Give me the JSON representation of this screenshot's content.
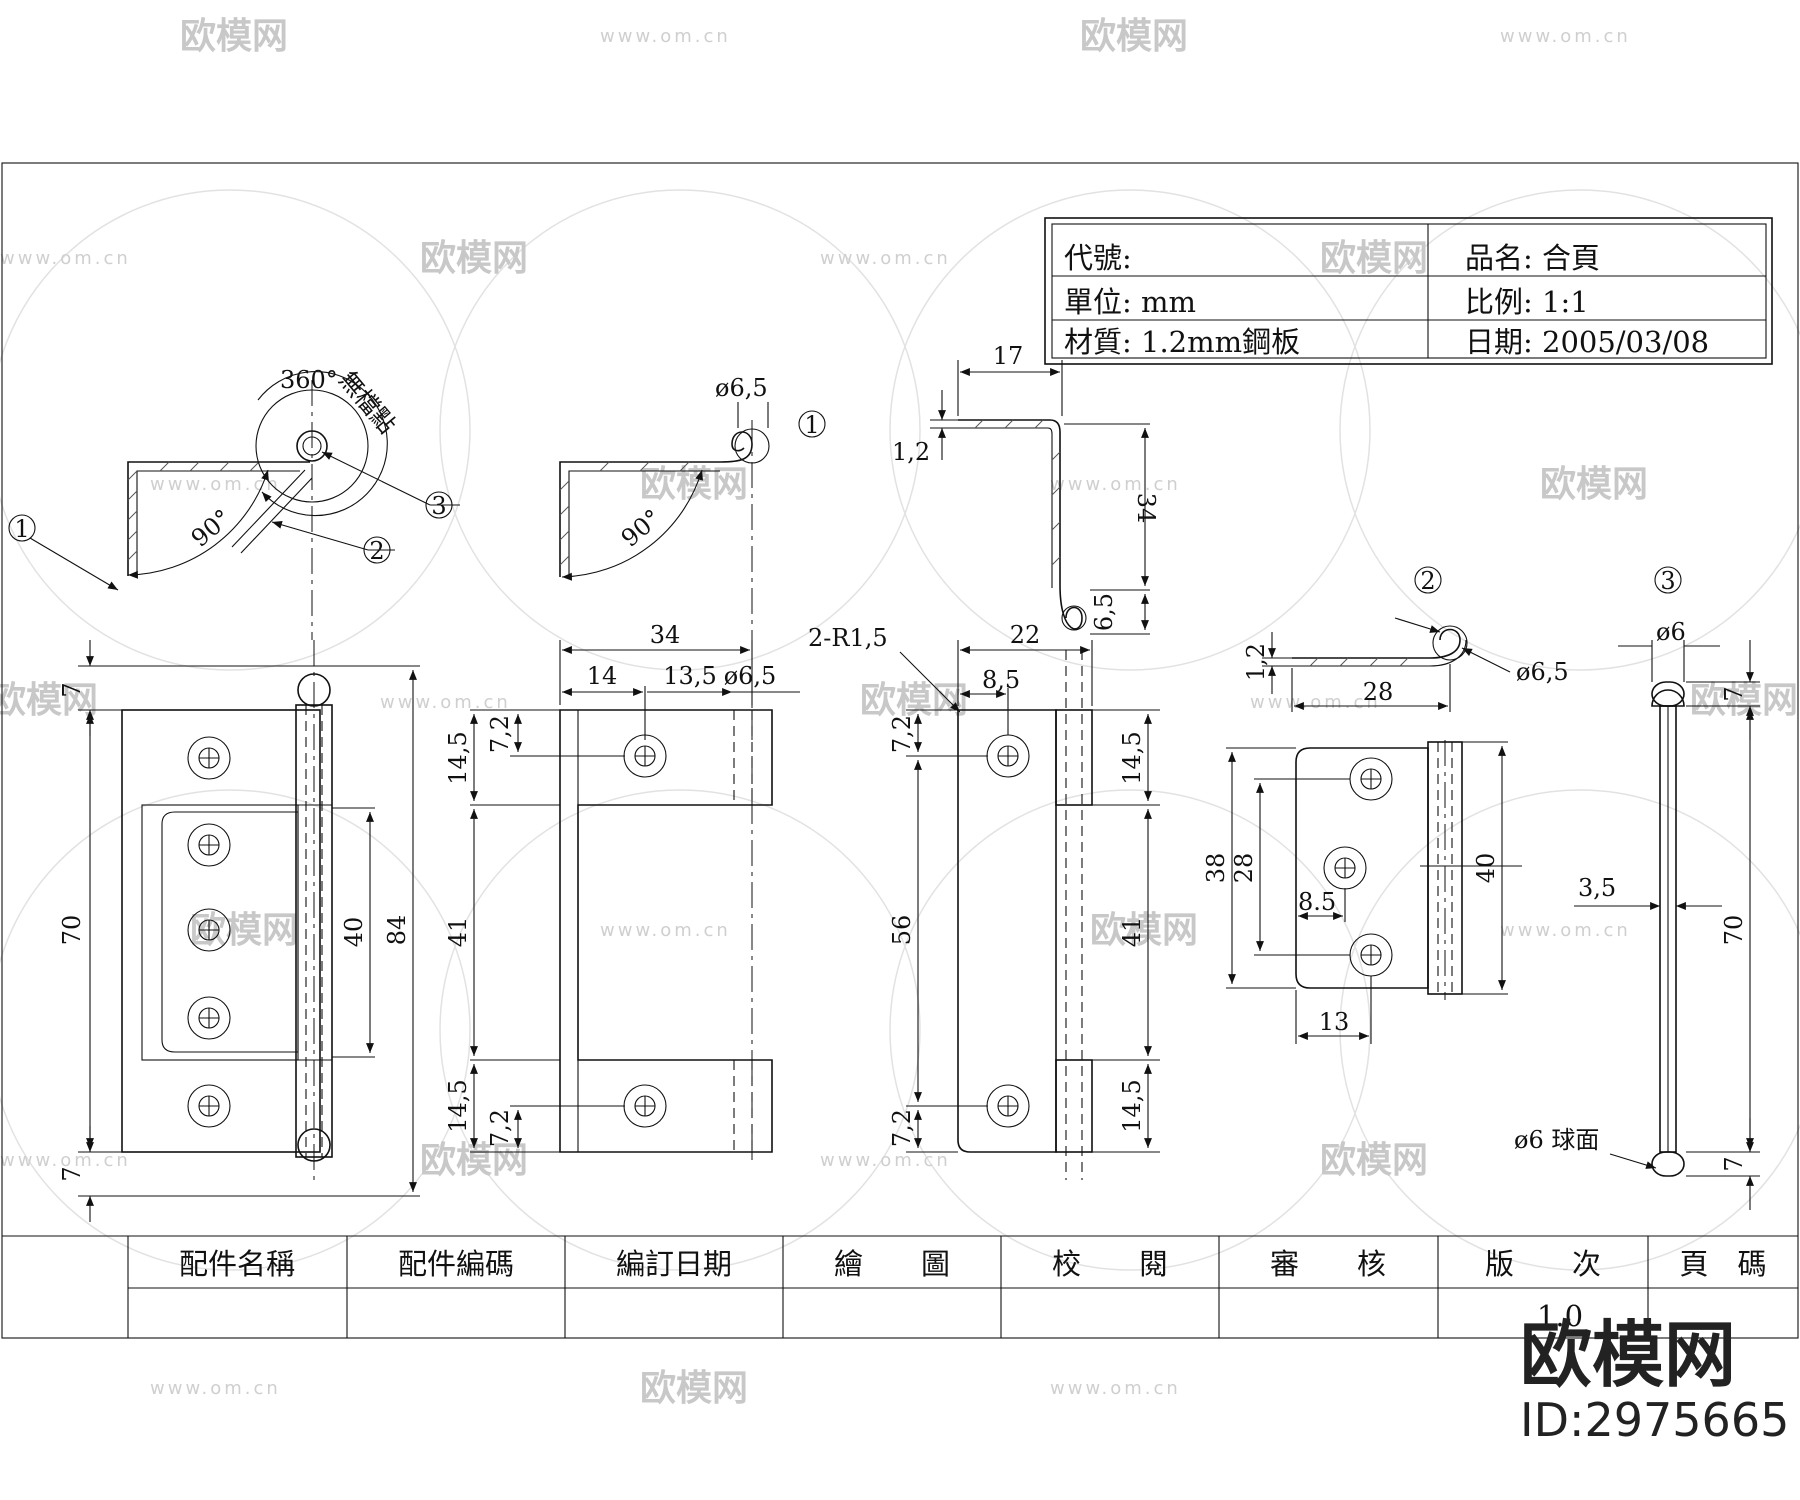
{
  "title_block": {
    "code_label": "代號:",
    "unit": "單位: mm",
    "material": "材質: 1.2mm鋼板",
    "product": "品名: 合頁",
    "scale": "比例: 1:1",
    "date": "日期: 2005/03/08"
  },
  "footer_table": {
    "headers": [
      "配件名稱",
      "配件編碼",
      "編訂日期",
      "繪　　圖",
      "校　　閱",
      "審　　核",
      "版　　次",
      "頁　碼"
    ],
    "version_value": "1.0"
  },
  "view1": {
    "callout_1": "1",
    "callout_2": "2",
    "callout_3": "3",
    "angle_360": "360°",
    "no_stop": "無檔點",
    "angle_90": "90°",
    "dim_7_top": "7",
    "dim_70": "70",
    "dim_7_bottom": "7",
    "dim_40": "40",
    "dim_84": "84"
  },
  "view2": {
    "callout_1": "1",
    "dia": "ø6,5",
    "angle_90": "90°",
    "dim_34": "34",
    "dim_14": "14",
    "dim_13_5": "13,5",
    "dim_dia": "ø6,5",
    "dim_14_5_top": "14,5",
    "dim_7_2_top": "7,2",
    "dim_41": "41",
    "dim_14_5_bottom": "14,5",
    "dim_7_2_bottom": "7,2"
  },
  "view3": {
    "dim_17": "17",
    "dim_1_2": "1,2",
    "dim_34": "34",
    "dim_6_5": "6,5",
    "radius": "2-R1,5",
    "dim_22": "22",
    "dim_8_5": "8,5",
    "dim_7_2_top": "7,2",
    "dim_14_5_top": "14,5",
    "dim_56": "56",
    "dim_41": "41",
    "dim_7_2_bottom": "7,2",
    "dim_14_5_bottom": "14,5"
  },
  "view4": {
    "callout": "2",
    "dim_1_2": "1,2",
    "dim_28_top": "28",
    "dia": "ø6,5",
    "dim_38": "38",
    "dim_28": "28",
    "dim_8_5": "8.5",
    "dim_40": "40",
    "dim_13": "13"
  },
  "view5": {
    "callout": "3",
    "dia": "ø6",
    "dim_7_top": "7",
    "dim_3_5": "3,5",
    "dim_70": "70",
    "sphere": "ø6 球面",
    "dim_7_bottom": "7"
  },
  "branding": {
    "watermark": "欧模网",
    "watermark_url": "www.om.cn",
    "logo": "欧模网",
    "id": "ID:2975665"
  }
}
